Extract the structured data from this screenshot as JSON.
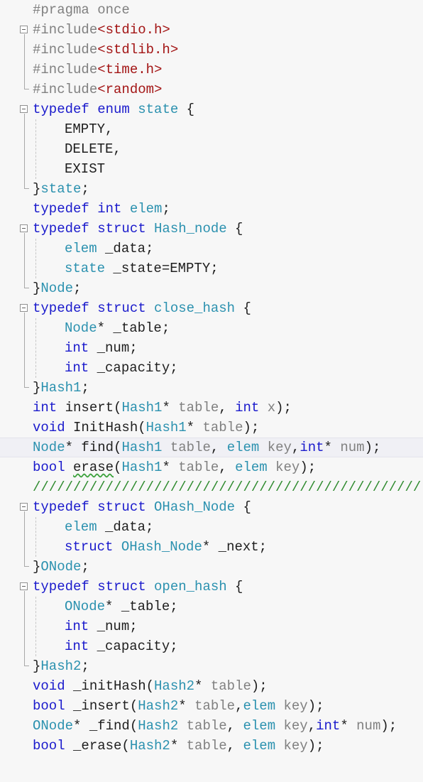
{
  "editor": {
    "colors": {
      "background": "#f7f7f7",
      "keyword": "#1a1acc",
      "type": "#2b91af",
      "preprocessor": "#808080",
      "string": "#a31515",
      "parameter": "#808080",
      "comment": "#2f8b2f",
      "text": "#1e1e1e"
    },
    "lines": [
      [
        {
          "t": "#pragma once",
          "c": "pp"
        }
      ],
      [
        {
          "t": "#include",
          "c": "pp"
        },
        {
          "t": "<stdio.h>",
          "c": "str"
        }
      ],
      [
        {
          "t": "#include",
          "c": "pp"
        },
        {
          "t": "<stdlib.h>",
          "c": "str"
        }
      ],
      [
        {
          "t": "#include",
          "c": "pp"
        },
        {
          "t": "<time.h>",
          "c": "str"
        }
      ],
      [
        {
          "t": "#include",
          "c": "pp"
        },
        {
          "t": "<random>",
          "c": "str"
        }
      ],
      [
        {
          "t": "typedef enum ",
          "c": "kw"
        },
        {
          "t": "state",
          "c": "type"
        },
        {
          "t": " {",
          "c": "plain"
        }
      ],
      [
        {
          "t": "EMPTY,",
          "c": "plain"
        }
      ],
      [
        {
          "t": "DELETE,",
          "c": "plain"
        }
      ],
      [
        {
          "t": "EXIST",
          "c": "plain"
        }
      ],
      [
        {
          "t": "}",
          "c": "plain"
        },
        {
          "t": "state",
          "c": "type"
        },
        {
          "t": ";",
          "c": "plain"
        }
      ],
      [
        {
          "t": "typedef int ",
          "c": "kw"
        },
        {
          "t": "elem",
          "c": "type"
        },
        {
          "t": ";",
          "c": "plain"
        }
      ],
      [
        {
          "t": "typedef struct ",
          "c": "kw"
        },
        {
          "t": "Hash_node",
          "c": "type"
        },
        {
          "t": " {",
          "c": "plain"
        }
      ],
      [
        {
          "t": "elem",
          "c": "type"
        },
        {
          "t": " _data;",
          "c": "plain"
        }
      ],
      [
        {
          "t": "state",
          "c": "type"
        },
        {
          "t": " _state=EMPTY;",
          "c": "plain"
        }
      ],
      [
        {
          "t": "}",
          "c": "plain"
        },
        {
          "t": "Node",
          "c": "type"
        },
        {
          "t": ";",
          "c": "plain"
        }
      ],
      [
        {
          "t": "typedef struct ",
          "c": "kw"
        },
        {
          "t": "close_hash",
          "c": "type"
        },
        {
          "t": " {",
          "c": "plain"
        }
      ],
      [
        {
          "t": "Node",
          "c": "type"
        },
        {
          "t": "* _table;",
          "c": "plain"
        }
      ],
      [
        {
          "t": "int",
          "c": "kw"
        },
        {
          "t": " _num;",
          "c": "plain"
        }
      ],
      [
        {
          "t": "int",
          "c": "kw"
        },
        {
          "t": " _capacity;",
          "c": "plain"
        }
      ],
      [
        {
          "t": "}",
          "c": "plain"
        },
        {
          "t": "Hash1",
          "c": "type"
        },
        {
          "t": ";",
          "c": "plain"
        }
      ],
      [
        {
          "t": "int",
          "c": "kw"
        },
        {
          "t": " insert(",
          "c": "plain"
        },
        {
          "t": "Hash1",
          "c": "type"
        },
        {
          "t": "* ",
          "c": "plain"
        },
        {
          "t": "table",
          "c": "param"
        },
        {
          "t": ", ",
          "c": "plain"
        },
        {
          "t": "int",
          "c": "kw"
        },
        {
          "t": " ",
          "c": "plain"
        },
        {
          "t": "x",
          "c": "param"
        },
        {
          "t": ");",
          "c": "plain"
        }
      ],
      [
        {
          "t": "void",
          "c": "kw"
        },
        {
          "t": " InitHash(",
          "c": "plain"
        },
        {
          "t": "Hash1",
          "c": "type"
        },
        {
          "t": "* ",
          "c": "plain"
        },
        {
          "t": "table",
          "c": "param"
        },
        {
          "t": ");",
          "c": "plain"
        }
      ],
      [
        {
          "t": "Node",
          "c": "type"
        },
        {
          "t": "* find(",
          "c": "plain"
        },
        {
          "t": "Hash1",
          "c": "type"
        },
        {
          "t": " ",
          "c": "plain"
        },
        {
          "t": "table",
          "c": "param"
        },
        {
          "t": ", ",
          "c": "plain"
        },
        {
          "t": "elem",
          "c": "type"
        },
        {
          "t": " ",
          "c": "plain"
        },
        {
          "t": "key",
          "c": "param"
        },
        {
          "t": ",",
          "c": "plain"
        },
        {
          "t": "int",
          "c": "kw"
        },
        {
          "t": "* ",
          "c": "plain"
        },
        {
          "t": "num",
          "c": "param"
        },
        {
          "t": ");",
          "c": "plain"
        }
      ],
      [
        {
          "t": "bool",
          "c": "kw"
        },
        {
          "t": " ",
          "c": "plain"
        },
        {
          "t": "erase",
          "c": "squig"
        },
        {
          "t": "(",
          "c": "plain"
        },
        {
          "t": "Hash1",
          "c": "type"
        },
        {
          "t": "* ",
          "c": "plain"
        },
        {
          "t": "table",
          "c": "param"
        },
        {
          "t": ", ",
          "c": "plain"
        },
        {
          "t": "elem",
          "c": "type"
        },
        {
          "t": " ",
          "c": "plain"
        },
        {
          "t": "key",
          "c": "param"
        },
        {
          "t": ");",
          "c": "plain"
        }
      ],
      [
        {
          "t": "////////////////////////////////////////////////",
          "c": "com"
        }
      ],
      [
        {
          "t": "typedef struct ",
          "c": "kw"
        },
        {
          "t": "OHash_Node",
          "c": "type"
        },
        {
          "t": " {",
          "c": "plain"
        }
      ],
      [
        {
          "t": "elem",
          "c": "type"
        },
        {
          "t": " _data;",
          "c": "plain"
        }
      ],
      [
        {
          "t": "struct ",
          "c": "kw"
        },
        {
          "t": "OHash_Node",
          "c": "type"
        },
        {
          "t": "* _next;",
          "c": "plain"
        }
      ],
      [
        {
          "t": "}",
          "c": "plain"
        },
        {
          "t": "ONode",
          "c": "type"
        },
        {
          "t": ";",
          "c": "plain"
        }
      ],
      [
        {
          "t": "typedef struct ",
          "c": "kw"
        },
        {
          "t": "open_hash",
          "c": "type"
        },
        {
          "t": " {",
          "c": "plain"
        }
      ],
      [
        {
          "t": "ONode",
          "c": "type"
        },
        {
          "t": "* _table;",
          "c": "plain"
        }
      ],
      [
        {
          "t": "int",
          "c": "kw"
        },
        {
          "t": " _num;",
          "c": "plain"
        }
      ],
      [
        {
          "t": "int",
          "c": "kw"
        },
        {
          "t": " _capacity;",
          "c": "plain"
        }
      ],
      [
        {
          "t": "}",
          "c": "plain"
        },
        {
          "t": "Hash2",
          "c": "type"
        },
        {
          "t": ";",
          "c": "plain"
        }
      ],
      [
        {
          "t": "void",
          "c": "kw"
        },
        {
          "t": " _initHash(",
          "c": "plain"
        },
        {
          "t": "Hash2",
          "c": "type"
        },
        {
          "t": "* ",
          "c": "plain"
        },
        {
          "t": "table",
          "c": "param"
        },
        {
          "t": ");",
          "c": "plain"
        }
      ],
      [
        {
          "t": "bool",
          "c": "kw"
        },
        {
          "t": " _insert(",
          "c": "plain"
        },
        {
          "t": "Hash2",
          "c": "type"
        },
        {
          "t": "* ",
          "c": "plain"
        },
        {
          "t": "table",
          "c": "param"
        },
        {
          "t": ",",
          "c": "plain"
        },
        {
          "t": "elem",
          "c": "type"
        },
        {
          "t": " ",
          "c": "plain"
        },
        {
          "t": "key",
          "c": "param"
        },
        {
          "t": ");",
          "c": "plain"
        }
      ],
      [
        {
          "t": "ONode",
          "c": "type"
        },
        {
          "t": "* _find(",
          "c": "plain"
        },
        {
          "t": "Hash2",
          "c": "type"
        },
        {
          "t": " ",
          "c": "plain"
        },
        {
          "t": "table",
          "c": "param"
        },
        {
          "t": ", ",
          "c": "plain"
        },
        {
          "t": "elem",
          "c": "type"
        },
        {
          "t": " ",
          "c": "plain"
        },
        {
          "t": "key",
          "c": "param"
        },
        {
          "t": ",",
          "c": "plain"
        },
        {
          "t": "int",
          "c": "kw"
        },
        {
          "t": "* ",
          "c": "plain"
        },
        {
          "t": "num",
          "c": "param"
        },
        {
          "t": ");",
          "c": "plain"
        }
      ],
      [
        {
          "t": "bool",
          "c": "kw"
        },
        {
          "t": " _erase(",
          "c": "plain"
        },
        {
          "t": "Hash2",
          "c": "type"
        },
        {
          "t": "* ",
          "c": "plain"
        },
        {
          "t": "table",
          "c": "param"
        },
        {
          "t": ", ",
          "c": "plain"
        },
        {
          "t": "elem",
          "c": "type"
        },
        {
          "t": " ",
          "c": "plain"
        },
        {
          "t": "key",
          "c": "param"
        },
        {
          "t": ");",
          "c": "plain"
        }
      ]
    ]
  }
}
